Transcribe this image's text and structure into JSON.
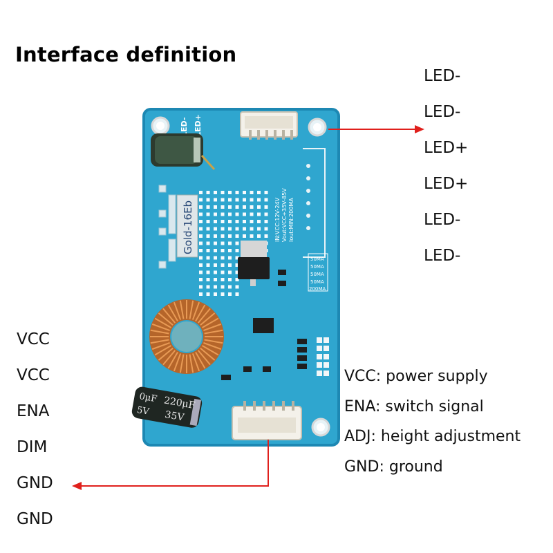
{
  "title": "Interface definition",
  "output_pins": [
    "LED-",
    "LED-",
    "LED+",
    "LED+",
    "LED-",
    "LED-"
  ],
  "input_pins": [
    "VCC",
    "VCC",
    "ENA",
    "DIM",
    "GND",
    "GND"
  ],
  "legend": [
    "VCC: power supply",
    "ENA: switch signal",
    "ADJ: height adjustment",
    "GND: ground"
  ],
  "board": {
    "model_label": "Gold-16Eb",
    "silkscreen_top_right": "LED+",
    "silkscreen_top_left": "LED-",
    "spec_lines": [
      "IN:VCC:12V-24V",
      "Vout:VCC+35V-85V",
      "Iout:MIN:200MA"
    ],
    "current_labels": [
      "50MA",
      "50MA",
      "50MA",
      "50MA",
      "200MA"
    ],
    "capacitor_label_1": "220μF",
    "capacitor_label_2": "35V",
    "capacitor_label_left": "0μF",
    "capacitor_label_left2": "5V"
  },
  "colors": {
    "pcb": "#2fa6cf",
    "pcb_edge": "#1d88b3",
    "arrow": "#e0201c",
    "copper": "#c9742e"
  },
  "icons": [
    "capacitor-icon",
    "inductor-coil-icon",
    "connector-icon",
    "arrow-right-icon",
    "arrow-left-icon"
  ]
}
